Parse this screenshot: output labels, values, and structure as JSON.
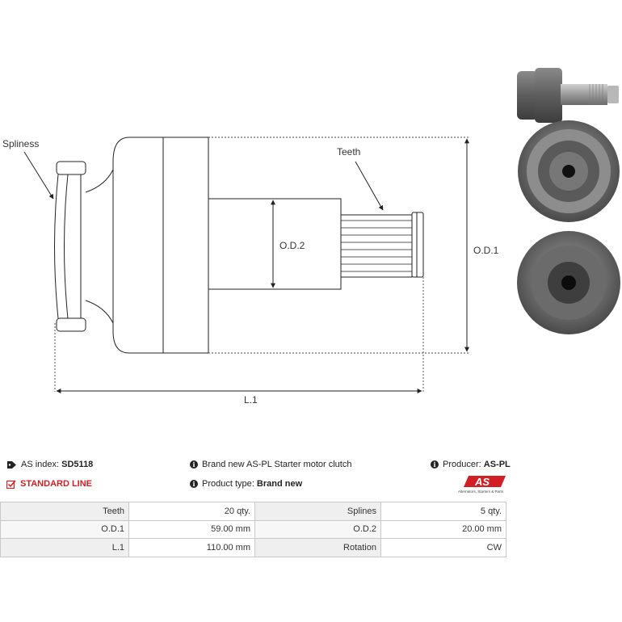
{
  "diagram": {
    "labels": {
      "spliness": "Spliness",
      "teeth": "Teeth",
      "od2": "O.D.2",
      "od1": "O.D.1",
      "l1": "L.1"
    }
  },
  "info": {
    "as_index_label": "AS index:",
    "as_index_value": "SD5118",
    "description": "Brand new AS-PL Starter motor clutch",
    "producer_label": "Producer:",
    "producer_value": "AS-PL",
    "line": "STANDARD LINE",
    "product_type_label": "Product type:",
    "product_type_value": "Brand new",
    "logo_text": "AS",
    "logo_sub": "Alternators, Starters & Parts",
    "logo_color": "#d21f26"
  },
  "specs": [
    {
      "label1": "Teeth",
      "value1": "20 qty.",
      "label2": "Splines",
      "value2": "5 qty."
    },
    {
      "label1": "O.D.1",
      "value1": "59.00 mm",
      "label2": "O.D.2",
      "value2": "20.00 mm"
    },
    {
      "label1": "L.1",
      "value1": "110.00 mm",
      "label2": "Rotation",
      "value2": "CW"
    }
  ]
}
